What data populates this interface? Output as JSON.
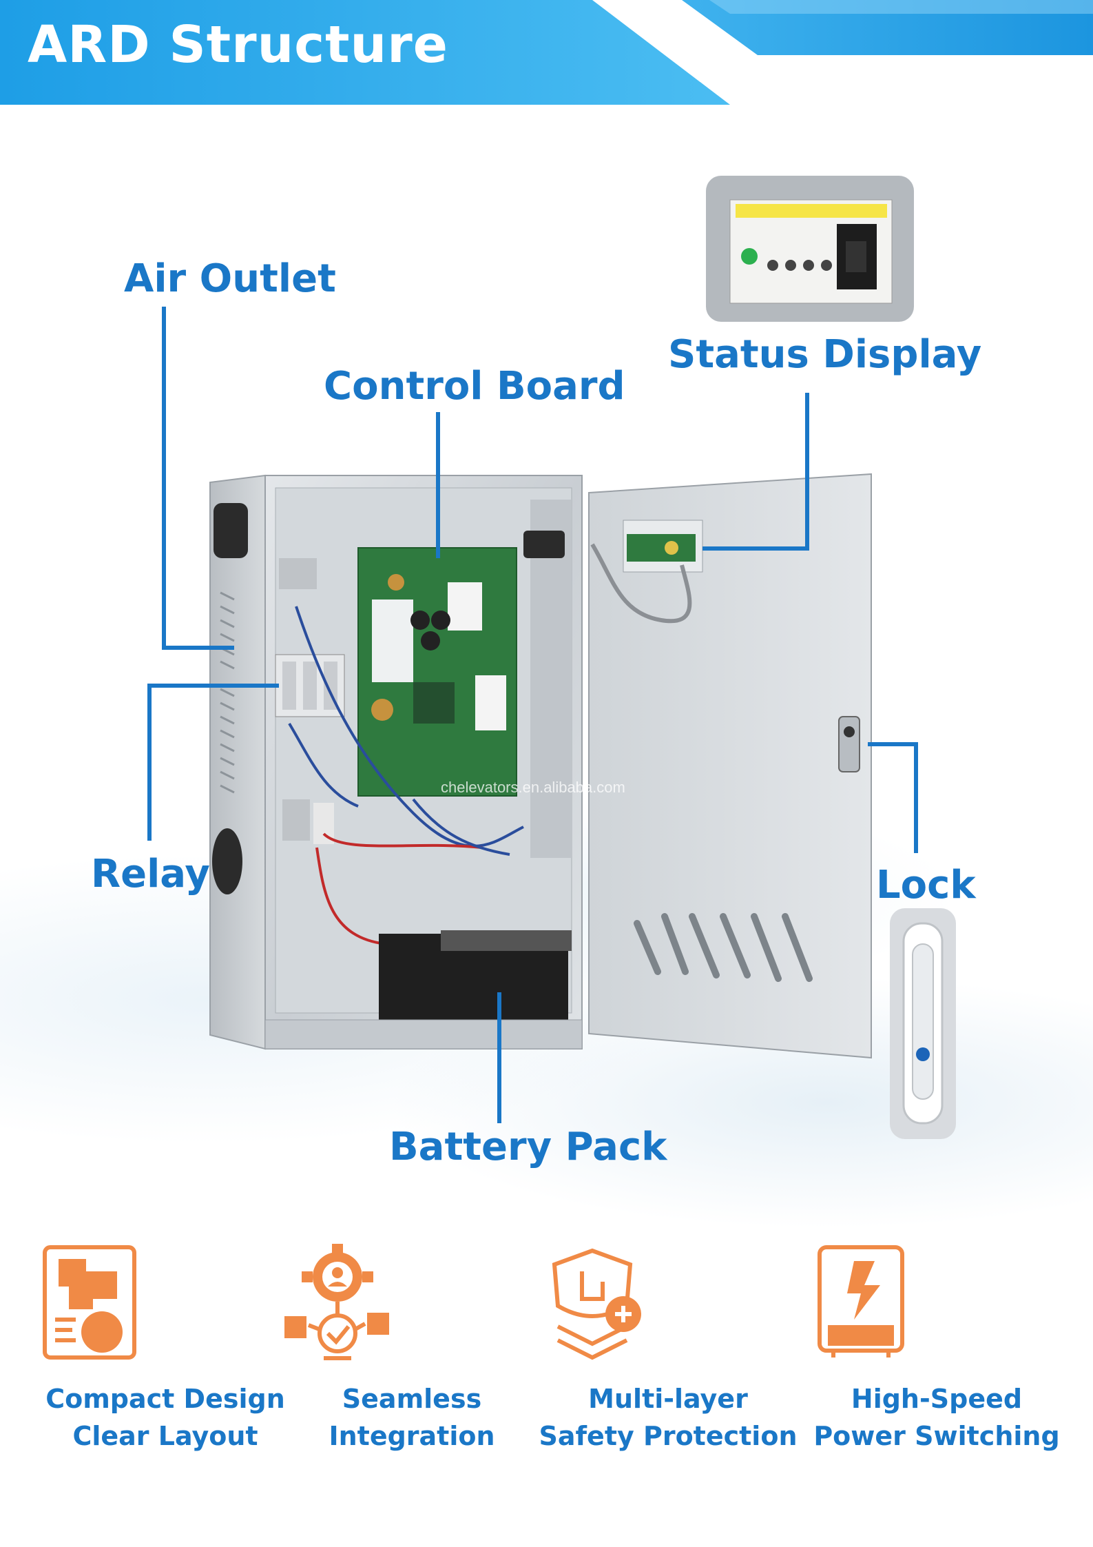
{
  "header": {
    "title": "ARD Structure"
  },
  "labels": {
    "air_outlet": "Air Outlet",
    "control_board": "Control Board",
    "status_display": "Status Display",
    "relay": "Relay",
    "lock": "Lock",
    "battery_pack": "Battery Pack"
  },
  "watermark": "chelevators.en.alibaba.com",
  "features": [
    {
      "line1": "Compact Design",
      "line2": "Clear Layout",
      "icon": "compact-layout-icon"
    },
    {
      "line1": "Seamless",
      "line2": "Integration",
      "icon": "integration-gear-icon"
    },
    {
      "line1": "Multi-layer",
      "line2": "Safety Protection",
      "icon": "safety-shield-icon"
    },
    {
      "line1": "High-Speed",
      "line2": "Power Switching",
      "icon": "power-switch-icon"
    }
  ],
  "colors": {
    "brand_blue": "#1a77c7",
    "banner_blue": "#27a6ea",
    "icon_orange": "#f08a46"
  }
}
